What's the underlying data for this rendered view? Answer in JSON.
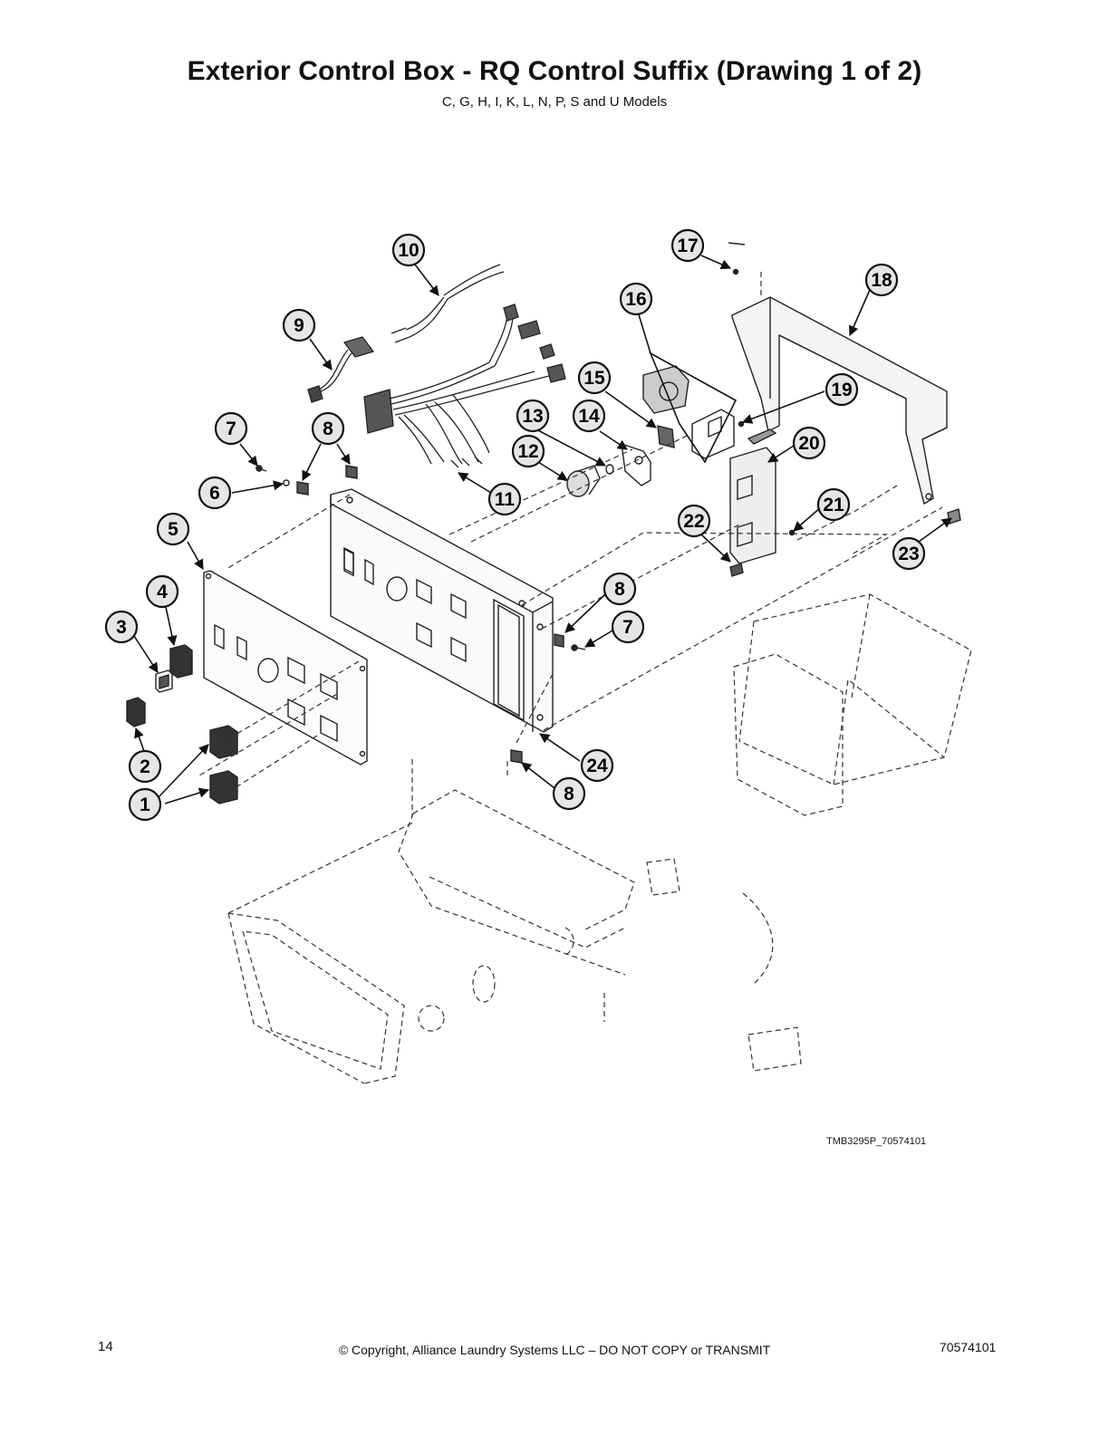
{
  "header": {
    "title": "Exterior Control Box - RQ Control Suffix (Drawing 1 of 2)",
    "subtitle": "C, G, H, I, K, L, N, P, S and U Models"
  },
  "diagram": {
    "drawing_id": "TMB3295P_70574101",
    "callouts": [
      {
        "id": "c1",
        "label": "1"
      },
      {
        "id": "c2",
        "label": "2"
      },
      {
        "id": "c3",
        "label": "3"
      },
      {
        "id": "c4",
        "label": "4"
      },
      {
        "id": "c5",
        "label": "5"
      },
      {
        "id": "c6",
        "label": "6"
      },
      {
        "id": "c7a",
        "label": "7"
      },
      {
        "id": "c7b",
        "label": "7"
      },
      {
        "id": "c8a",
        "label": "8"
      },
      {
        "id": "c8b",
        "label": "8"
      },
      {
        "id": "c8c",
        "label": "8"
      },
      {
        "id": "c9",
        "label": "9"
      },
      {
        "id": "c10",
        "label": "10"
      },
      {
        "id": "c11",
        "label": "11"
      },
      {
        "id": "c12",
        "label": "12"
      },
      {
        "id": "c13",
        "label": "13"
      },
      {
        "id": "c14",
        "label": "14"
      },
      {
        "id": "c15",
        "label": "15"
      },
      {
        "id": "c16",
        "label": "16"
      },
      {
        "id": "c17",
        "label": "17"
      },
      {
        "id": "c18",
        "label": "18"
      },
      {
        "id": "c19",
        "label": "19"
      },
      {
        "id": "c20",
        "label": "20"
      },
      {
        "id": "c21",
        "label": "21"
      },
      {
        "id": "c22",
        "label": "22"
      },
      {
        "id": "c23",
        "label": "23"
      },
      {
        "id": "c24",
        "label": "24"
      }
    ]
  },
  "footer": {
    "page_number": "14",
    "copyright": "© Copyright, Alliance Laundry Systems LLC – DO NOT COPY or TRANSMIT",
    "doc_number": "70574101"
  }
}
